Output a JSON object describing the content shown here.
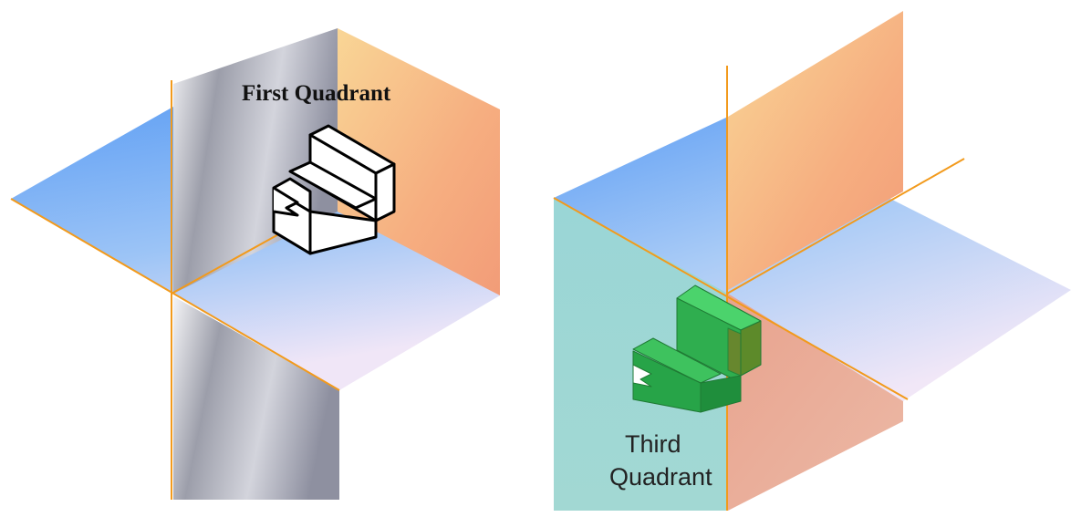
{
  "diagram": {
    "left_panel": {
      "label": "First Quadrant",
      "object": "white L-shaped block"
    },
    "right_panel": {
      "label_line1": "Third",
      "label_line2": "Quadrant",
      "object": "green L-shaped block"
    }
  },
  "colors": {
    "horizontal_plane": "#6aa8f5",
    "vertical_plane_gray": "#a6a8b4",
    "profile_plane_orange": "#f6a877",
    "front_plane_teal": "#9fd7d5",
    "lower_plane_salmon": "#eab19d",
    "axis_lines": "#f29a1c",
    "object_green": "#2ea84c",
    "object_white": "#ffffff"
  }
}
